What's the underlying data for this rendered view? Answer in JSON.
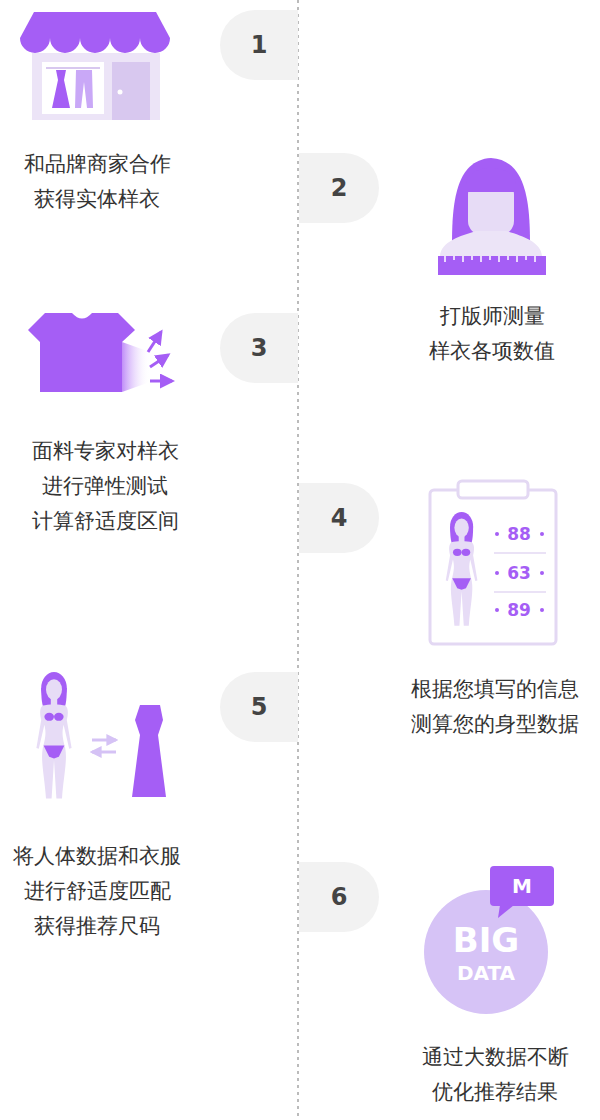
{
  "diagram": {
    "nodes": [
      {
        "text": [
          "1"
        ]
      },
      {
        "text": [
          "2"
        ]
      },
      {
        "text": [
          "3"
        ]
      },
      {
        "text": [
          "4"
        ]
      },
      {
        "text": [
          "5"
        ]
      },
      {
        "text": [
          "6"
        ]
      }
    ],
    "labels": [
      "和品牌商家合作 获得实体样衣",
      "打版师测量 样衣各项数值",
      "面料专家对样衣 进行弹性测试 计算舒适度区间",
      "88",
      "63",
      "89",
      "根据您填写的信息 测算您的身型数据",
      "将人体数据和衣服 进行舒适度匹配 获得推荐尺码",
      "M",
      "BIG",
      "DATA",
      "通过大数据不断 优化推荐结果"
    ]
  }
}
